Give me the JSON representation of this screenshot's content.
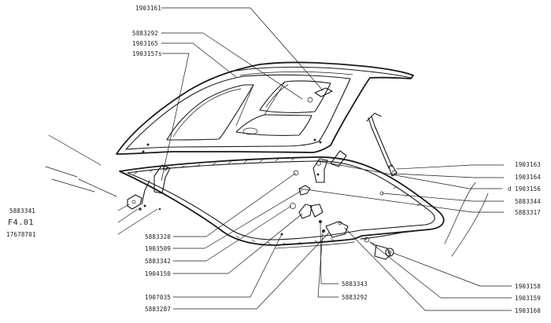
{
  "callouts": {
    "c1903161": "1903161",
    "c5883292_top": "5883292",
    "c1903165": "1903165",
    "c1903157": "1903157",
    "c1903157_suffix": "s",
    "c1903163": "1903163",
    "c1903164": "1903164",
    "c1903156": "1903156",
    "c1903156_prefix": "d",
    "c5883344": "5883344",
    "c5883317": "5883317",
    "c5883341": "5883341",
    "cF401": "F4.01",
    "c17678701": "17678701",
    "c5883320": "5883320",
    "c1903509": "1903509",
    "c5883342": "5883342",
    "c1904150": "1904150",
    "c1907035": "1907035",
    "c5883287": "5883287",
    "c5883343": "5883343",
    "c5883292_bottom": "5883292",
    "c1903158": "1903158",
    "c1903159": "1903159",
    "c1903160": "1903160"
  }
}
